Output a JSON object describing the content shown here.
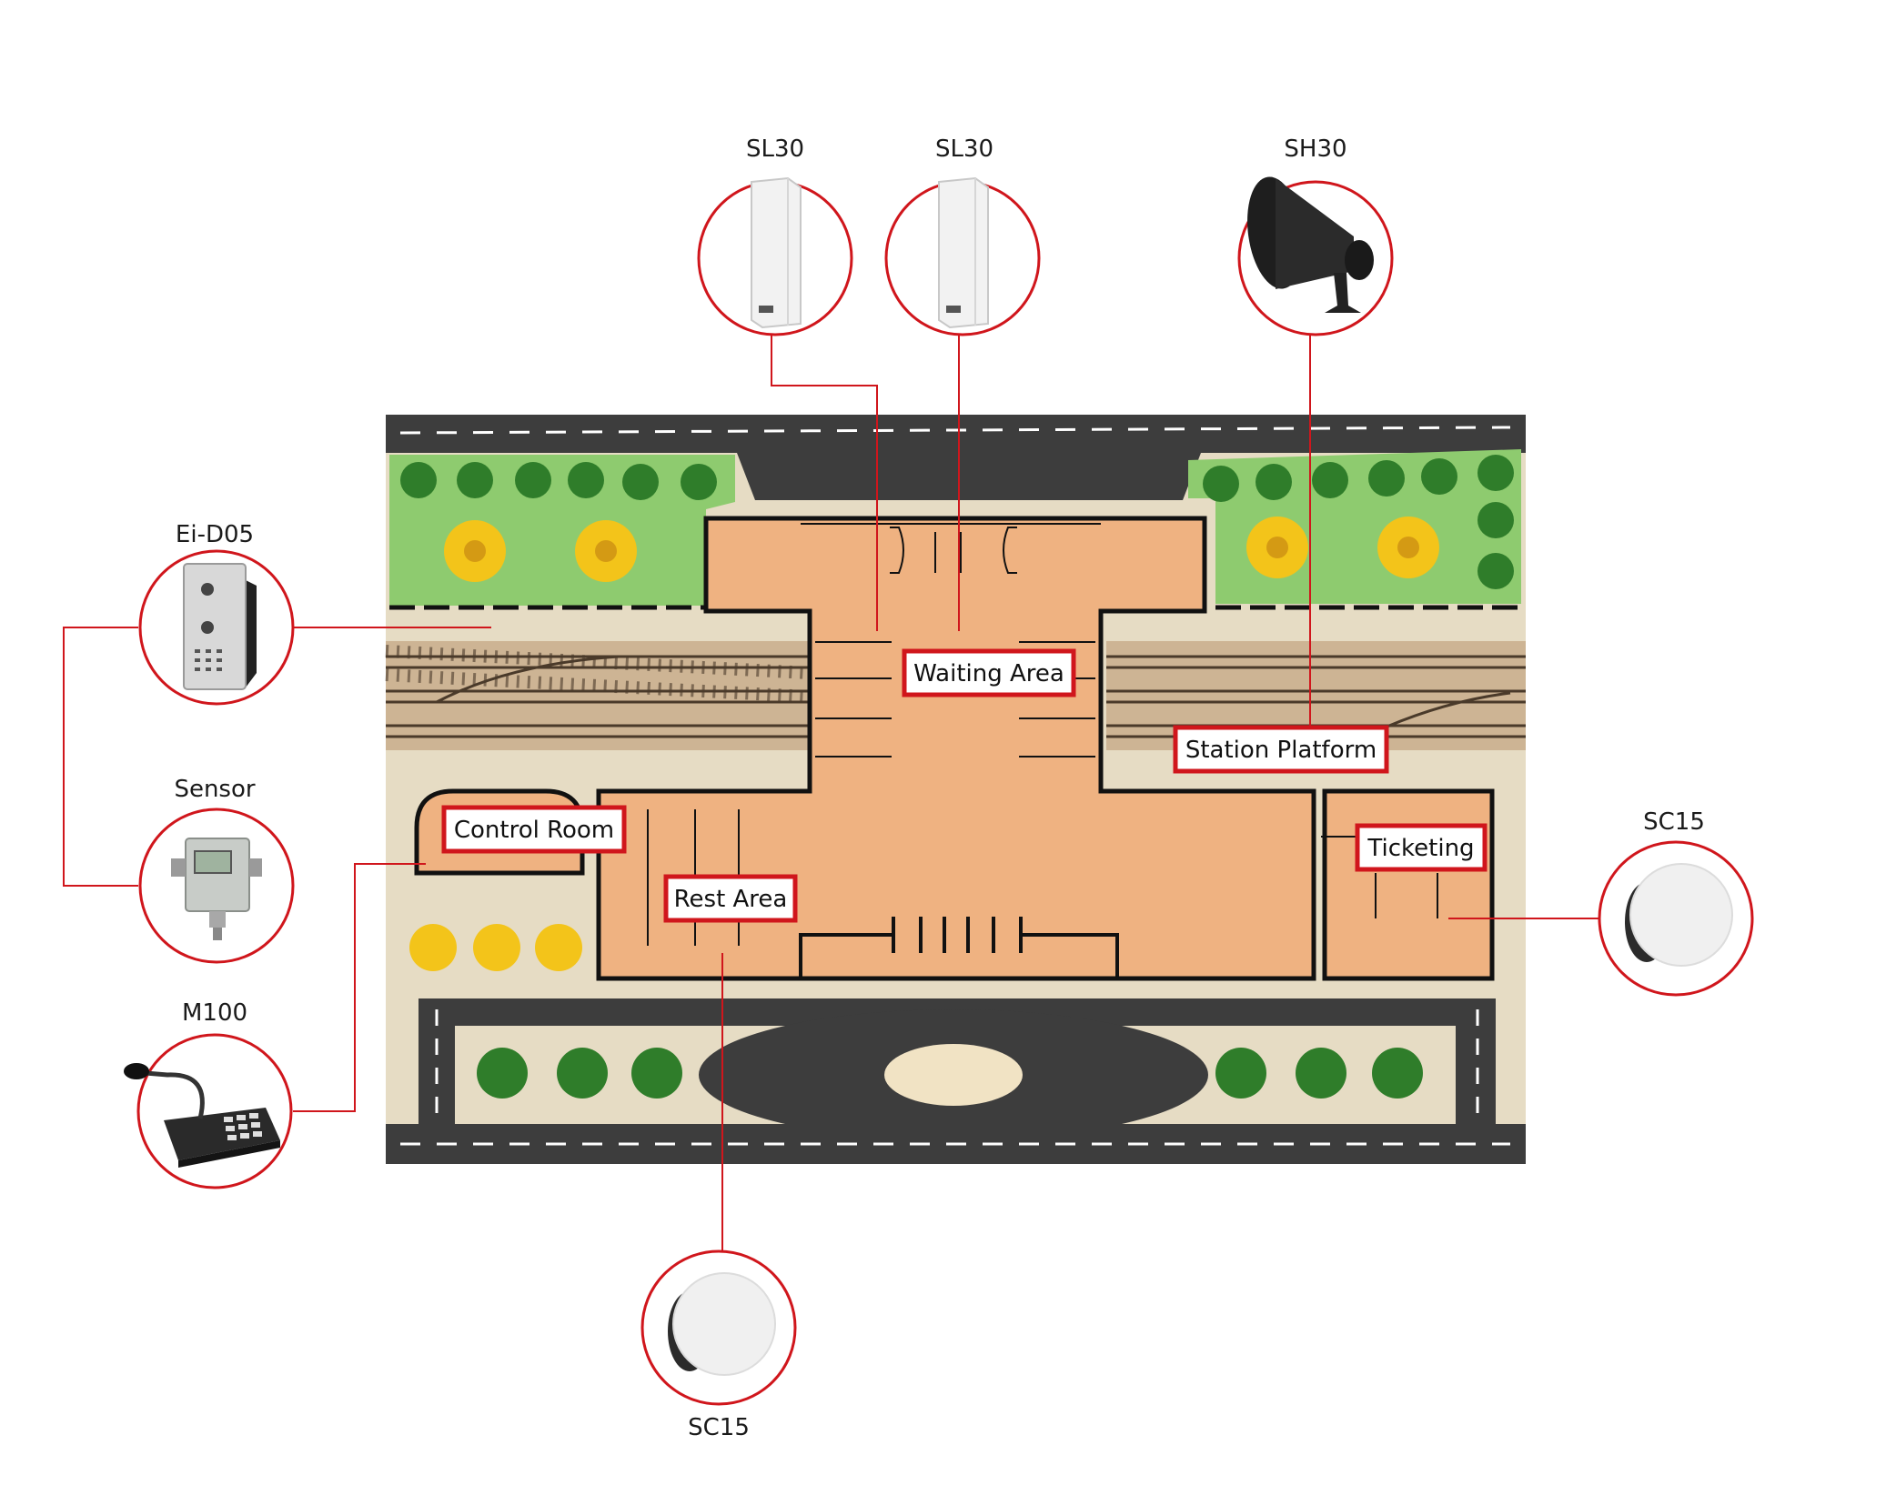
{
  "devices": {
    "sl30_left": "SL30",
    "sl30_right": "SL30",
    "sh30": "SH30",
    "ei_d05": "Ei-D05",
    "sensor": "Sensor",
    "m100": "M100",
    "sc15_right": "SC15",
    "sc15_bottom": "SC15"
  },
  "zones": {
    "waiting_area": "Waiting Area",
    "station_platform": "Station Platform",
    "control_room": "Control Room",
    "rest_area": "Rest Area",
    "ticketing": "Ticketing"
  },
  "colors": {
    "accent": "#d0161c",
    "building": "#efb281",
    "road": "#3d3d3d",
    "grass": "#8ecb6f",
    "ground": "#e6dcc4"
  },
  "icons": {
    "sl30": "column-speaker-icon",
    "sh30": "horn-speaker-icon",
    "ei_d05": "intercom-panel-icon",
    "sensor": "sensor-device-icon",
    "m100": "desk-microphone-icon",
    "sc15": "ceiling-speaker-icon"
  }
}
